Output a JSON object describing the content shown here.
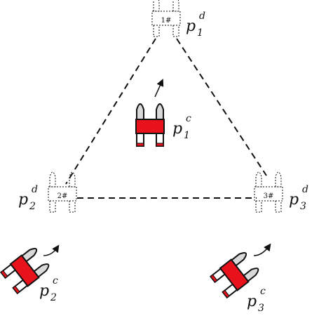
{
  "targets": [
    {
      "tag": "1#",
      "label_main": "p",
      "label_sub": "1",
      "label_sup": "d"
    },
    {
      "tag": "2#",
      "label_main": "p",
      "label_sub": "2",
      "label_sup": "d"
    },
    {
      "tag": "3#",
      "label_main": "p",
      "label_sub": "3",
      "label_sup": "d"
    }
  ],
  "robots": [
    {
      "label_main": "p",
      "label_sub": "1",
      "label_sup": "c"
    },
    {
      "label_main": "p",
      "label_sub": "2",
      "label_sup": "c"
    },
    {
      "label_main": "p",
      "label_sub": "3",
      "label_sup": "c"
    }
  ],
  "colors": {
    "robot_body": "#e8121b",
    "wheel": "#d9d9d9",
    "line": "#111111"
  }
}
